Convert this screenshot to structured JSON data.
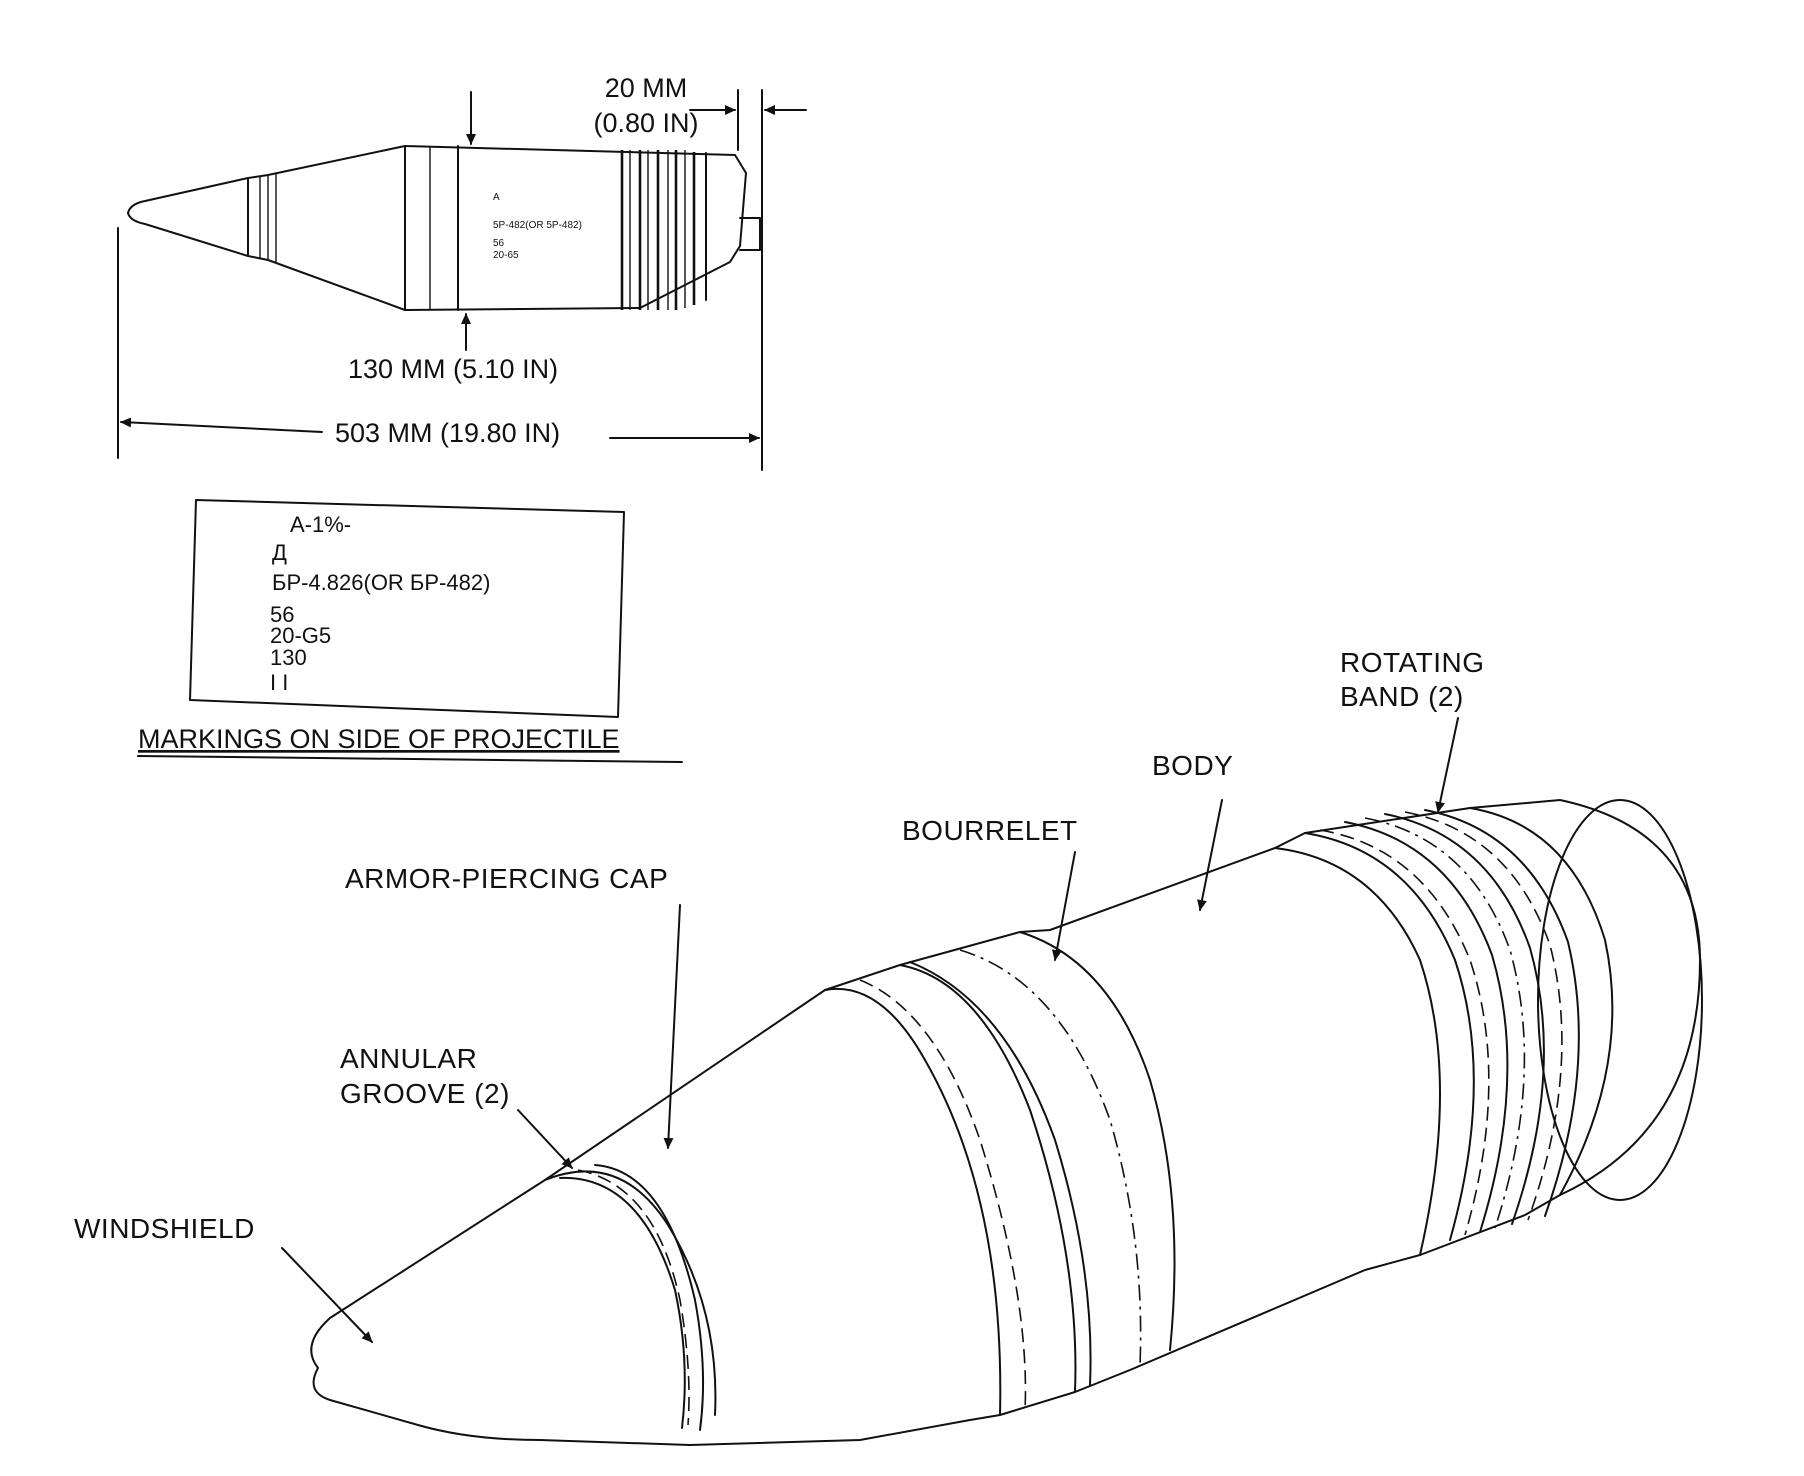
{
  "dimensions": {
    "band_width": "20 MM",
    "band_width_in": "(0.80 IN)",
    "diameter": "130 MM (5.10 IN)",
    "length": "503 MM (19.80 IN)"
  },
  "side_view_markings": {
    "line_1": "A",
    "line_2": "5P-482(OR 5P-482)",
    "line_3": "56",
    "line_4": "20-65"
  },
  "markings_box": {
    "lines": [
      "A-1%-",
      "Д",
      "БР-4.826(OR БР-482)",
      "56",
      "20-G5",
      "130",
      "I I"
    ],
    "caption": "MARKINGS ON SIDE OF PROJECTILE"
  },
  "parts": {
    "rotating_band": "ROTATING BAND (2)",
    "rotating_band_line1": "ROTATING",
    "rotating_band_line2": "BAND (2)",
    "body": "BODY",
    "bourrelet": "BOURRELET",
    "ap_cap": "ARMOR-PIERCING CAP",
    "annular_groove_line1": "ANNULAR",
    "annular_groove_line2": "GROOVE (2)",
    "windshield": "WINDSHIELD"
  }
}
